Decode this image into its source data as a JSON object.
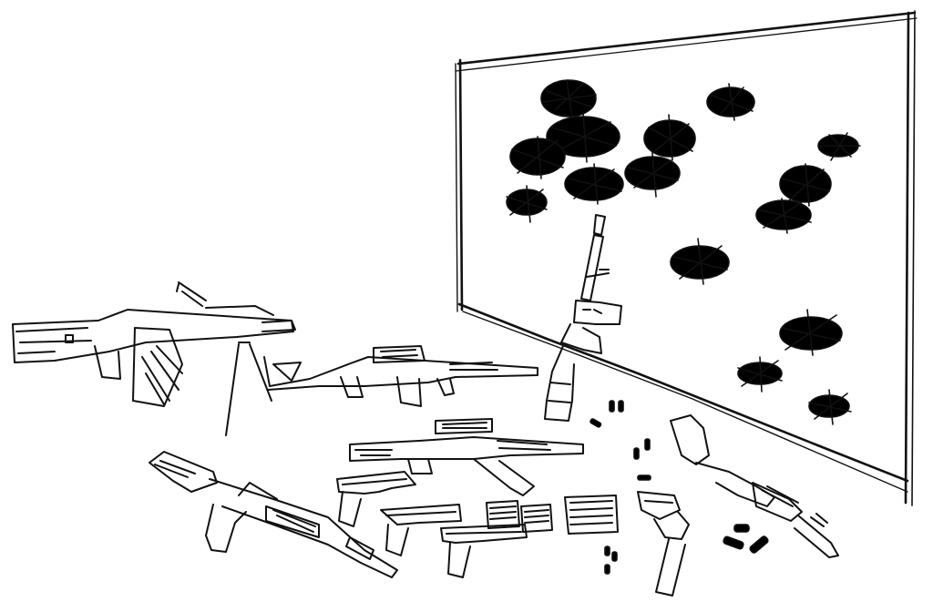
{
  "scene": {
    "style": "black ink sketch on white paper",
    "ink_color": "#111111",
    "paper_color": "#ffffff",
    "objects": [
      "target-board",
      "bullet-hole-scribbles",
      "light-machine-gun",
      "assault-rifle-with-scope",
      "upright-rifle",
      "submachine-gun-with-scope",
      "ak-rifle",
      "pistols",
      "revolver",
      "ammo-boxes",
      "loose-cartridges",
      "grenade-launcher"
    ]
  }
}
